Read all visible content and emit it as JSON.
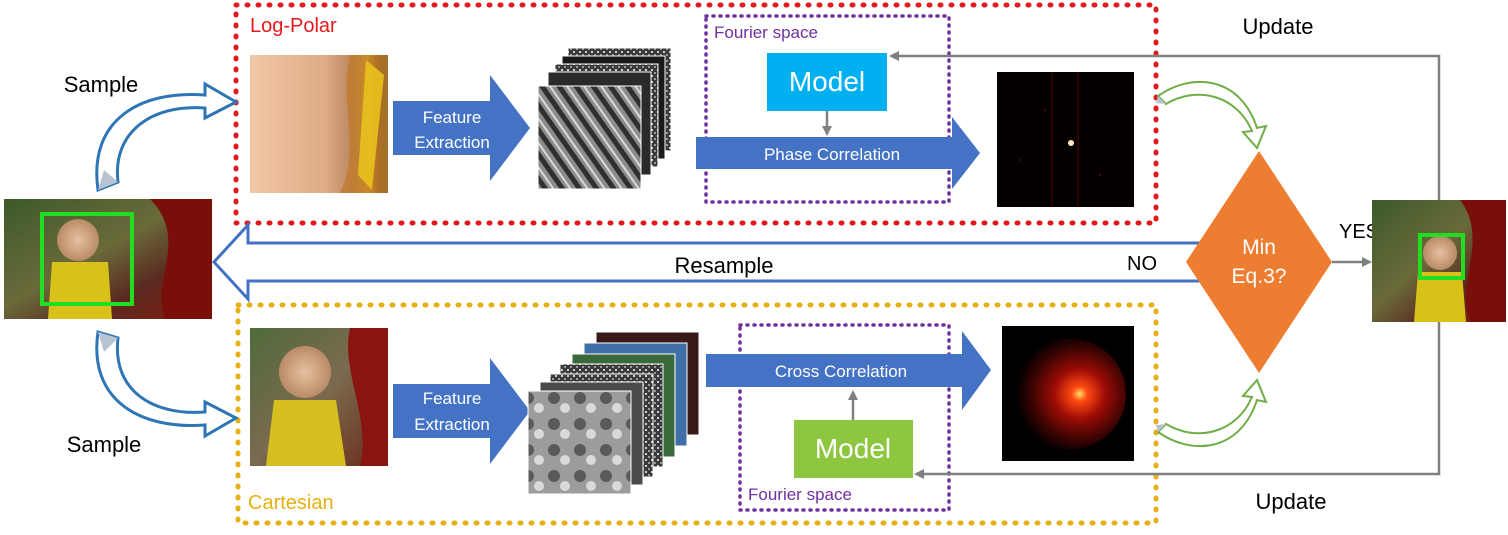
{
  "diagram": {
    "top_branch": {
      "label": "Log-Polar",
      "sample_label": "Sample",
      "feature_label_line1": "Feature",
      "feature_label_line2": "Extraction",
      "fourier_label": "Fourier space",
      "model_label": "Model",
      "correlation_label": "Phase Correlation",
      "update_label": "Update"
    },
    "bottom_branch": {
      "label": "Cartesian",
      "sample_label": "Sample",
      "feature_label_line1": "Feature",
      "feature_label_line2": "Extraction",
      "fourier_label": "Fourier space",
      "model_label": "Model",
      "correlation_label": "Cross Correlation",
      "update_label": "Update"
    },
    "decision": {
      "line1": "Min",
      "line2": "Eq.3?",
      "yes_label": "YES",
      "no_label": "NO"
    },
    "resample_label": "Resample",
    "colors": {
      "log_polar_border": "#e31a1c",
      "cartesian_border": "#e6b012",
      "fourier_border": "#7030a0",
      "arrow_blue": "#4472c4",
      "model_top": "#00b0f0",
      "model_bottom": "#8dc63f",
      "decision": "#ed7d31",
      "gray_line": "#808080",
      "target_box": "#22dd22",
      "sample_arrow_stroke": "#2e75b6",
      "response_arrow": "#70ad47"
    }
  }
}
